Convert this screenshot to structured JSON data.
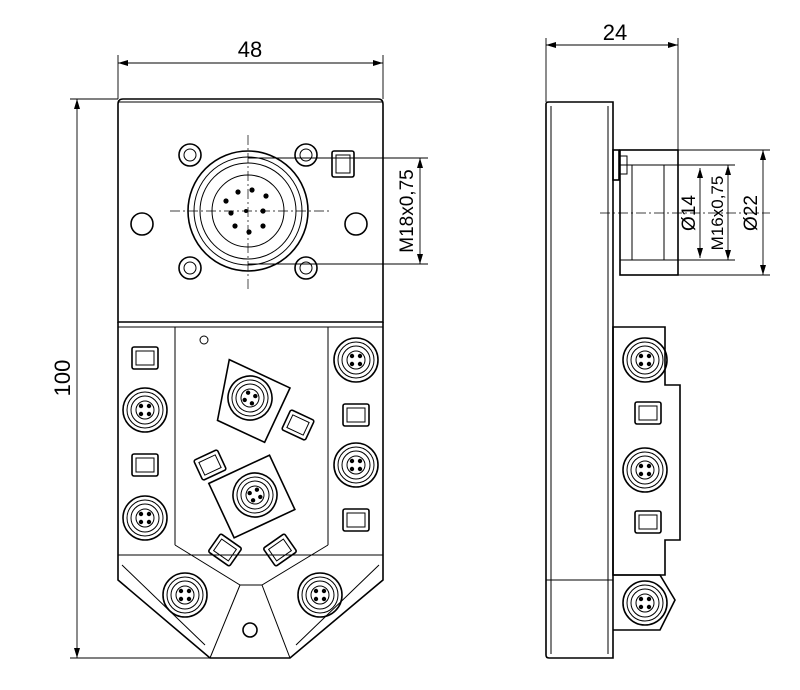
{
  "dimensions": {
    "front_width": "48",
    "front_height": "100",
    "side_depth": "24",
    "front_thread": "M18x0,75",
    "side_thread": "M16x0,75",
    "side_inner_diameter": "Ø14",
    "side_outer_diameter": "Ø22"
  },
  "colors": {
    "line": "#000000",
    "background": "#ffffff"
  }
}
